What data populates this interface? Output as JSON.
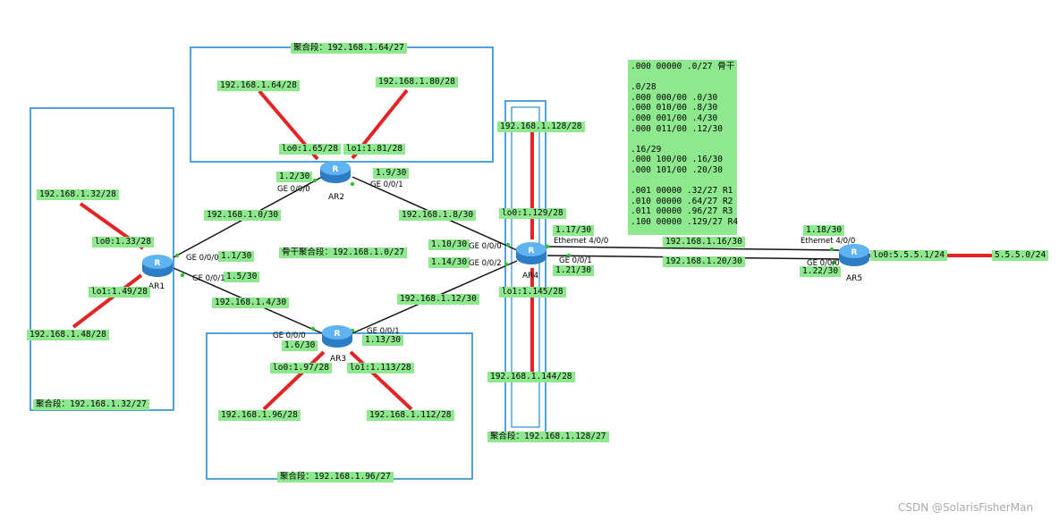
{
  "areas": {
    "ar1_group": "聚合段：192.168.1.32/27",
    "ar2_group": "聚合段：192.168.1.64/27",
    "ar3_group": "聚合段：192.168.1.96/27",
    "ar4_group": "聚合段：192.168.1.128/27",
    "backbone": "骨干聚合段：192.168.1.0/27"
  },
  "routers": {
    "ar1": "AR1",
    "ar2": "AR2",
    "ar3": "AR3",
    "ar4": "AR4",
    "ar5": "AR5"
  },
  "links": {
    "ar1_ar2": "192.168.1.0/30",
    "ar2_ar4": "192.168.1.8/30",
    "ar1_ar3": "192.168.1.4/30",
    "ar3_ar4": "192.168.1.12/30",
    "ar4_ar5_a": "192.168.1.16/30",
    "ar4_ar5_b": "192.168.1.20/30"
  },
  "interfaces": {
    "ar1_ge000": "1.1/30",
    "ar1_ge001": "1.5/30",
    "ar2_ge000": "1.2/30",
    "ar2_ge001": "1.9/30",
    "ar3_ge000": "1.6/30",
    "ar3_ge001": "1.13/30",
    "ar4_ge000": "1.10/30",
    "ar4_ge002": "1.14/30",
    "ar4_eth": "1.17/30",
    "ar4_ge001": "1.21/30",
    "ar5_eth": "1.18/30",
    "ar5_ge000": "1.22/30"
  },
  "ports": {
    "ge000": "GE 0/0/0",
    "ge001": "GE 0/0/1",
    "ge002": "GE 0/0/2",
    "eth": "Ethernet 4/0/0"
  },
  "loopbacks": {
    "ar1_lo0": "lo0:1.33/28",
    "ar1_lo1": "lo1:1.49/28",
    "ar2_lo0": "lo0:1.65/28",
    "ar2_lo1": "lo1:1.81/28",
    "ar3_lo0": "lo0:1.97/28",
    "ar3_lo1": "lo1:1.113/28",
    "ar4_lo0": "lo0:1.129/28",
    "ar4_lo1": "lo1:1.145/28",
    "ar5_lo0": "lo0:5.5.5.1/24"
  },
  "networks": {
    "n32": "192.168.1.32/28",
    "n48": "192.168.1.48/28",
    "n64": "192.168.1.64/28",
    "n80": "192.168.1.80/28",
    "n96": "192.168.1.96/28",
    "n112": "192.168.1.112/28",
    "n128": "192.168.1.128/28",
    "n144": "192.168.1.144/28",
    "n5": "5.5.5.0/24"
  },
  "summary_lines": [
    ".000 00000 .0/27 骨干",
    "",
    ".0/28",
    ".000 000/00 .0/30",
    ".000 010/00 .8/30",
    ".000 001/00 .4/30",
    ".000 011/00 .12/30",
    "",
    ".16/29",
    ".000 100/00 .16/30",
    ".000 101/00 .20/30",
    "",
    ".001 00000 .32/27 R1",
    ".010 00000 .64/27 R2",
    ".011 00000 .96/27 R3",
    ".100 00000 .129/27 R4"
  ],
  "watermark": "CSDN @SolarisFisherMan",
  "colors": {
    "label_bg": "#8ee88e",
    "area_border": "#2a8ad4",
    "loop_line": "#e32424",
    "link_line": "#111111",
    "router_body": "#4da3e8"
  }
}
